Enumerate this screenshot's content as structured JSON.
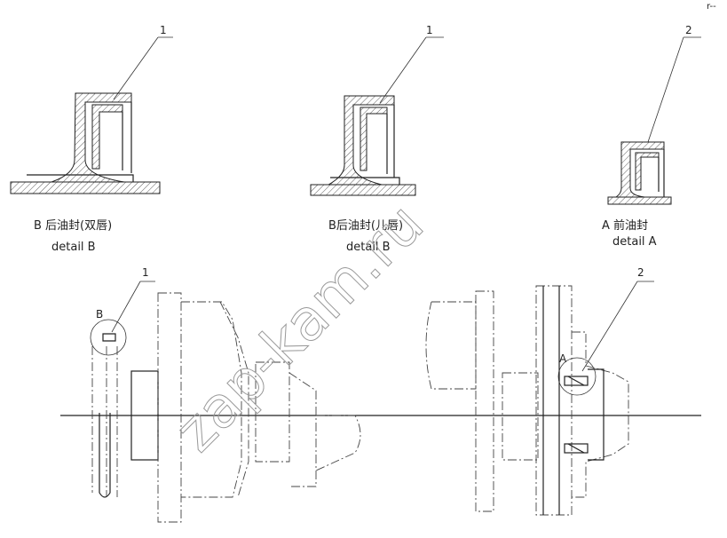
{
  "details": [
    {
      "id": "detail-b-double",
      "title": "B 后油封(双唇)",
      "subtitle": "detail  B",
      "callout": "1"
    },
    {
      "id": "detail-b-single",
      "title": "B后油封(儿唇)",
      "subtitle": "detail  B",
      "callout": "1"
    },
    {
      "id": "detail-a-front",
      "title": "A 前油封",
      "subtitle": "detail  A",
      "callout": "2"
    }
  ],
  "assembly": {
    "rear": {
      "callout": "1",
      "circle_label": "B"
    },
    "front": {
      "callout": "2",
      "circle_label": "A"
    }
  },
  "watermark": "zap-kam.ru",
  "corner_mark": "r--"
}
